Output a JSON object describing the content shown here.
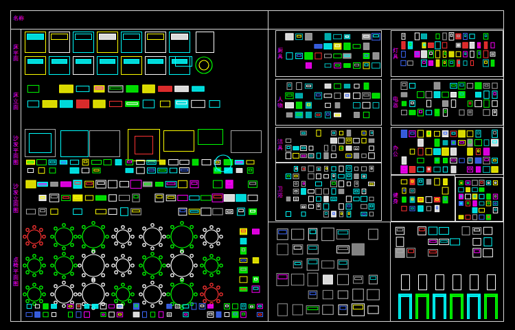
{
  "diagram": {
    "nodes": [
      {
        "text": [
          "床平面"
        ]
      },
      {
        "text": [
          "床立面"
        ]
      },
      {
        "text": [
          "沙发平面图"
        ]
      },
      {
        "text": [
          "沙发立面图"
        ]
      },
      {
        "text": [
          "桌椅平面图"
        ]
      },
      {
        "text": [
          "厨具"
        ]
      },
      {
        "text": [
          "人物"
        ]
      },
      {
        "text": [
          "洁具"
        ]
      },
      {
        "text": [
          "卫浴"
        ]
      },
      {
        "text": [
          "灯具"
        ]
      },
      {
        "text": [
          "电器"
        ]
      },
      {
        "text": [
          "办公"
        ]
      },
      {
        "text": [
          "健身"
        ]
      }
    ],
    "labels": [
      "名称"
    ]
  }
}
